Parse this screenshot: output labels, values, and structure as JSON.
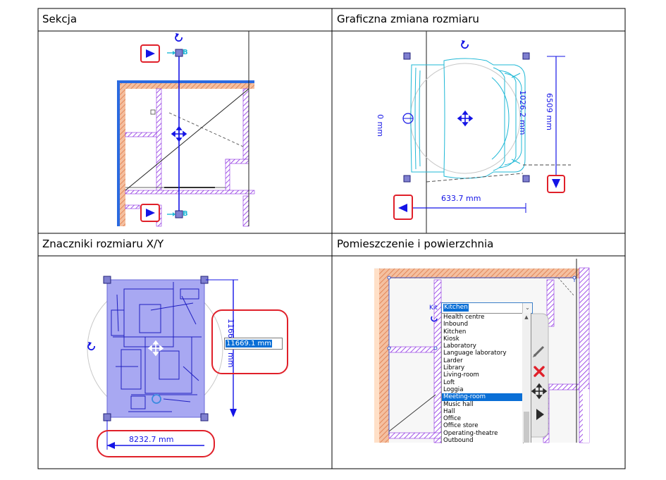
{
  "cells": {
    "section": {
      "caption": "Sekcja",
      "marker_label": "B"
    },
    "resize": {
      "caption": "Graficzna zmiana rozmiaru",
      "dim_left": "0 mm",
      "dim_vertical_a": "1026.2 mm",
      "dim_vertical_b": "6509 mm",
      "dim_horizontal": "633.7 mm"
    },
    "xy": {
      "caption": "Znaczniki rozmiaru X/Y",
      "height_input_value": "11669.1 mm",
      "height_label_behind": "1166",
      "height_label_unit": "mm",
      "width_label": "8232.7 mm"
    },
    "room": {
      "caption": "Pomieszczenie i powierzchnia",
      "dropdown_value": "Kitchen",
      "tag_fragment": "Kit",
      "options": [
        "Health centre",
        "Inbound",
        "Kitchen",
        "Kiosk",
        "Laboratory",
        "Language laboratory",
        "Larder",
        "Library",
        "Living-room",
        "Loft",
        "Loggia",
        "Meeting-room",
        "Music hall",
        "Hall",
        "Office",
        "Office store",
        "Operating-theatre",
        "Outbound"
      ],
      "selected_option": "Meeting-room"
    }
  },
  "colors": {
    "accent_blue": "#1414e6",
    "cyan": "#1fb8d6",
    "highlight_red": "#e0202a",
    "purple_wall": "#8a2be2",
    "orange_wall": "#f0a070",
    "handle": "#8080d0",
    "select_bg": "#0a6fd6"
  },
  "icons": {
    "rotate": "rotate-icon",
    "move": "move-icon",
    "arrow": "arrow-right-icon",
    "edit": "pencil-icon",
    "delete": "delete-x-icon",
    "move_tool": "move-cross-icon",
    "more": "triangle-right-icon"
  }
}
